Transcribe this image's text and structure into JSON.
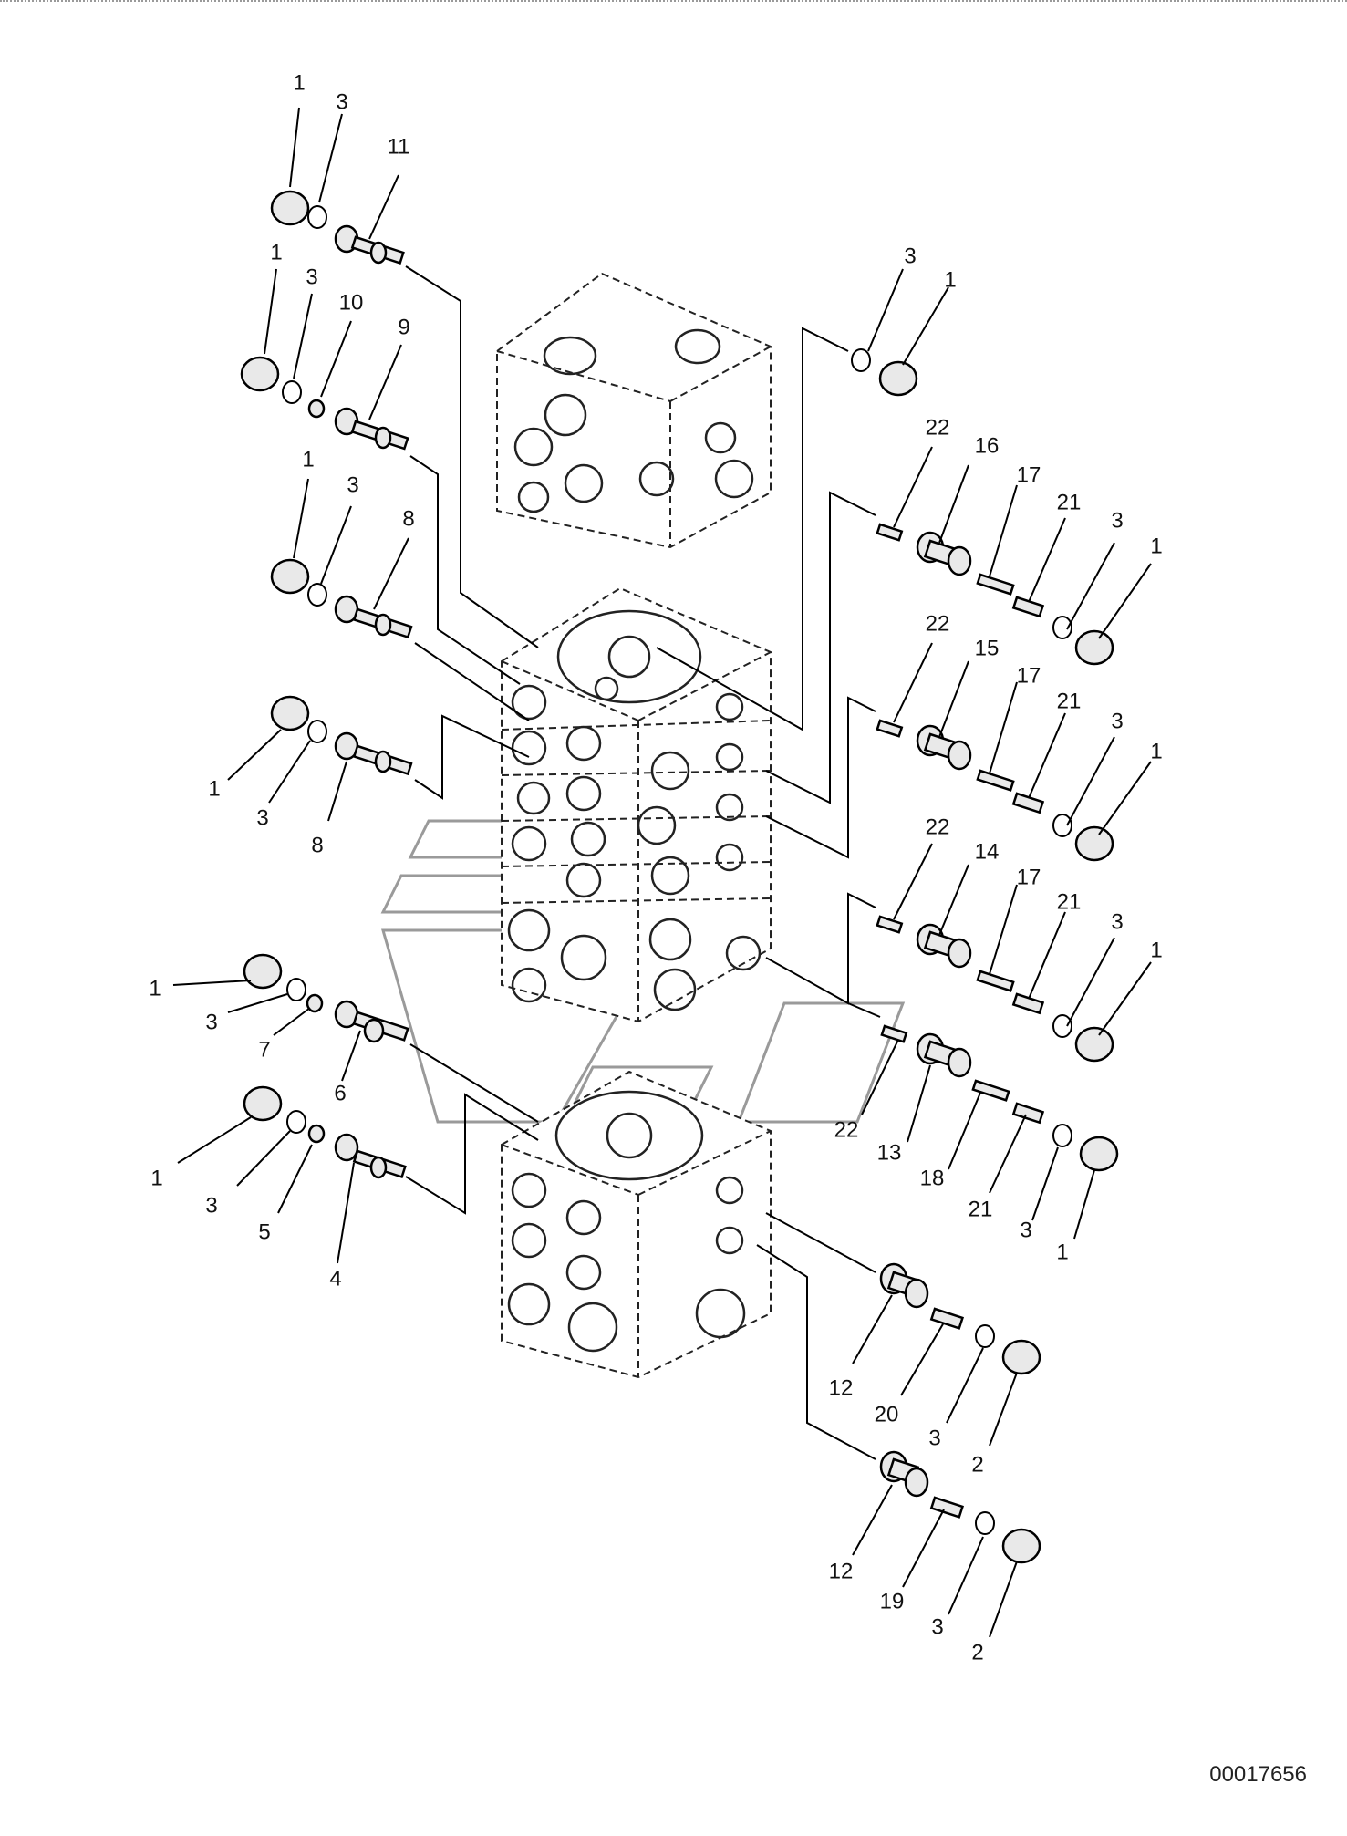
{
  "figure_number": "00017656",
  "callouts": {
    "p1": [
      "1",
      "1",
      "1",
      "1",
      "1",
      "1",
      "1",
      "1",
      "1",
      "1"
    ],
    "p2": [
      "2",
      "2"
    ],
    "p3": [
      "3",
      "3",
      "3",
      "3",
      "3",
      "3",
      "3",
      "3",
      "3",
      "3",
      "3",
      "3"
    ],
    "p4": "4",
    "p5": "5",
    "p6": "6",
    "p7": "7",
    "p8": [
      "8",
      "8"
    ],
    "p9": "9",
    "p10": "10",
    "p11": "11",
    "p12": [
      "12",
      "12"
    ],
    "p13": "13",
    "p14": "14",
    "p15": "15",
    "p16": "16",
    "p17": [
      "17",
      "17",
      "17"
    ],
    "p18": "18",
    "p19": "19",
    "p20": "20",
    "p21": [
      "21",
      "21",
      "21",
      "21"
    ],
    "p22": [
      "22",
      "22",
      "22",
      "22"
    ]
  }
}
